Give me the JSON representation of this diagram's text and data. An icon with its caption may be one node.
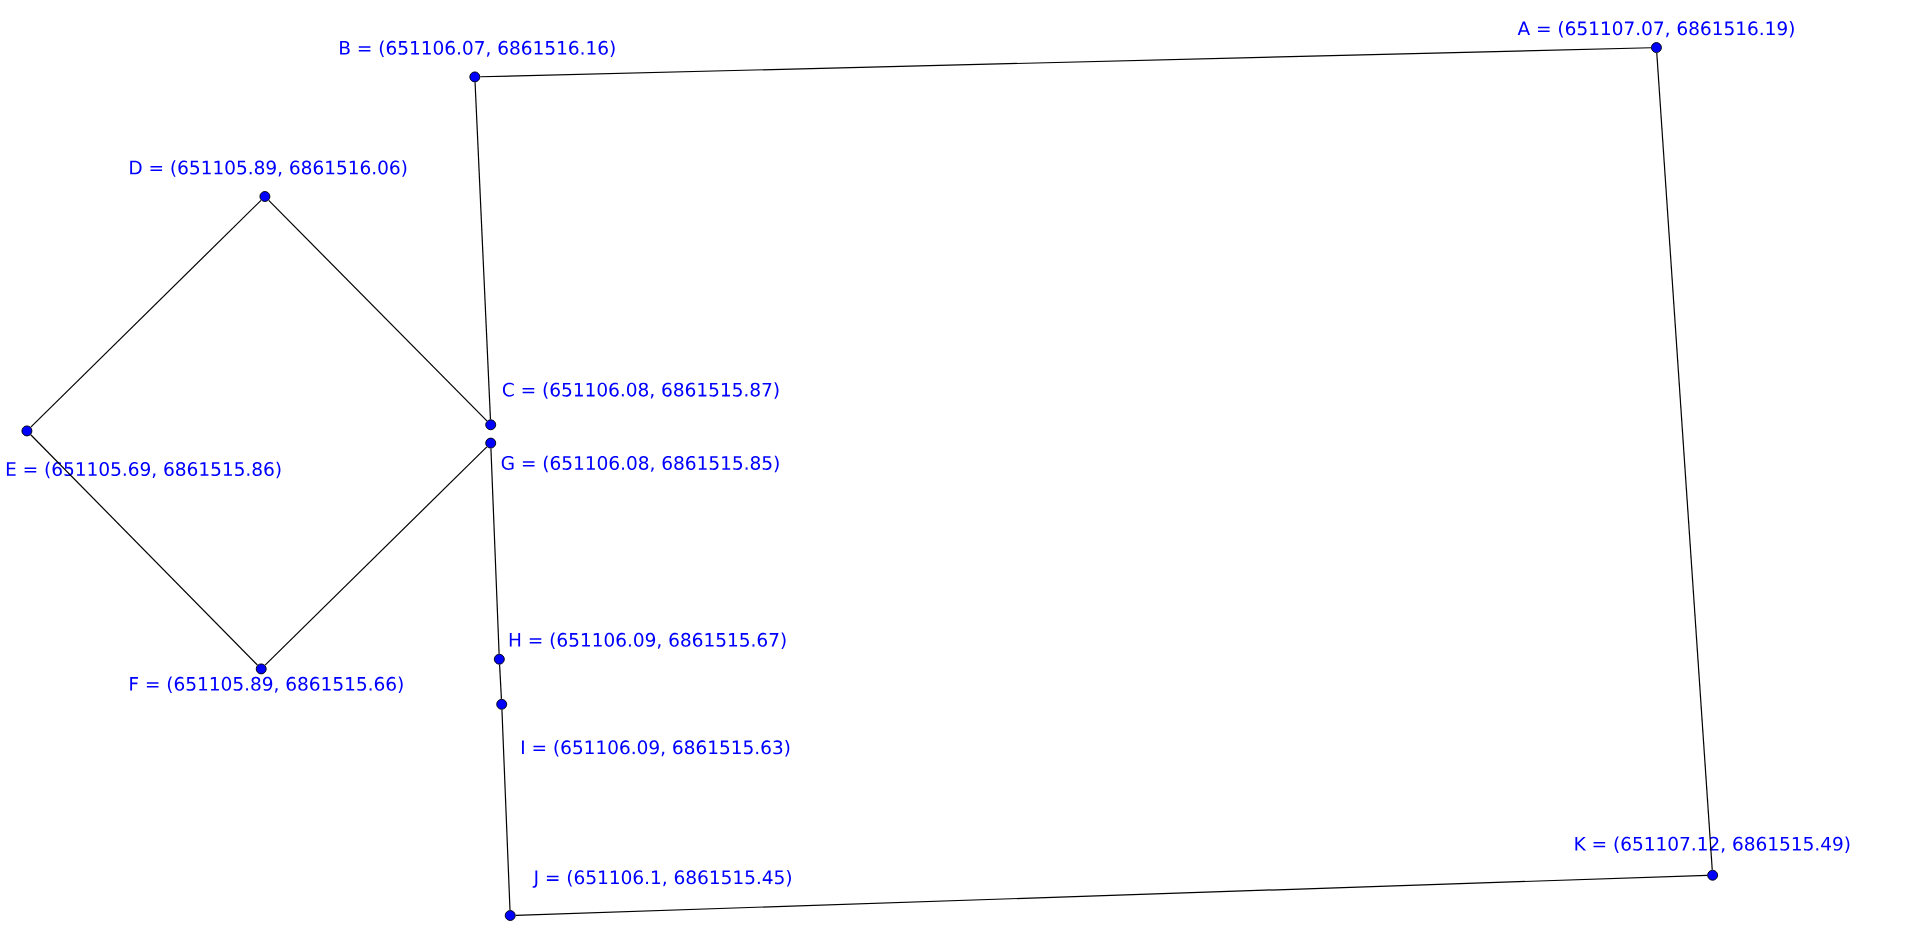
{
  "diagram": {
    "nodes": [
      {
        "text": [],
        "shape": "circle",
        "beside": [
          "A = (651107.07, 6861516.19)"
        ]
      },
      {
        "text": [],
        "shape": "circle",
        "beside": [
          "B = (651106.07, 6861516.16)"
        ]
      },
      {
        "text": [],
        "shape": "circle",
        "beside": [
          "C = (651106.08, 6861515.87)"
        ]
      },
      {
        "text": [],
        "shape": "circle",
        "beside": [
          "D = (651105.89, 6861516.06)"
        ]
      },
      {
        "text": [],
        "shape": "circle",
        "beside": [
          "E = (651105.69, 6861515.86)"
        ]
      },
      {
        "text": [],
        "shape": "circle",
        "beside": [
          "F = (651105.89, 6861515.66)"
        ]
      },
      {
        "text": [],
        "shape": "circle",
        "beside": [
          "G = (651106.08, 6861515.85)"
        ]
      },
      {
        "text": [],
        "shape": "circle",
        "beside": [
          "H = (651106.09, 6861515.67)"
        ]
      },
      {
        "text": [],
        "shape": "circle",
        "beside": [
          "I = (651106.09, 6861515.63)"
        ]
      },
      {
        "text": [],
        "shape": "circle",
        "beside": [
          "J = (651106.1, 6861515.45)"
        ]
      },
      {
        "text": [],
        "shape": "circle",
        "beside": [
          "K = (651107.12, 6861515.49)"
        ]
      }
    ],
    "edges": [
      {
        "from": 1,
        "to": 0,
        "arrow": "none"
      },
      {
        "from": 1,
        "to": 2,
        "arrow": "none"
      },
      {
        "from": 3,
        "to": 2,
        "arrow": "none"
      },
      {
        "from": 4,
        "to": 3,
        "arrow": "none"
      },
      {
        "from": 4,
        "to": 5,
        "arrow": "none"
      },
      {
        "from": 5,
        "to": 6,
        "arrow": "none"
      },
      {
        "from": 6,
        "to": 7,
        "arrow": "none"
      },
      {
        "from": 7,
        "to": 8,
        "arrow": "none"
      },
      {
        "from": 8,
        "to": 9,
        "arrow": "none"
      },
      {
        "from": 9,
        "to": 10,
        "arrow": "none"
      },
      {
        "from": 0,
        "to": 10,
        "arrow": "none"
      }
    ]
  }
}
